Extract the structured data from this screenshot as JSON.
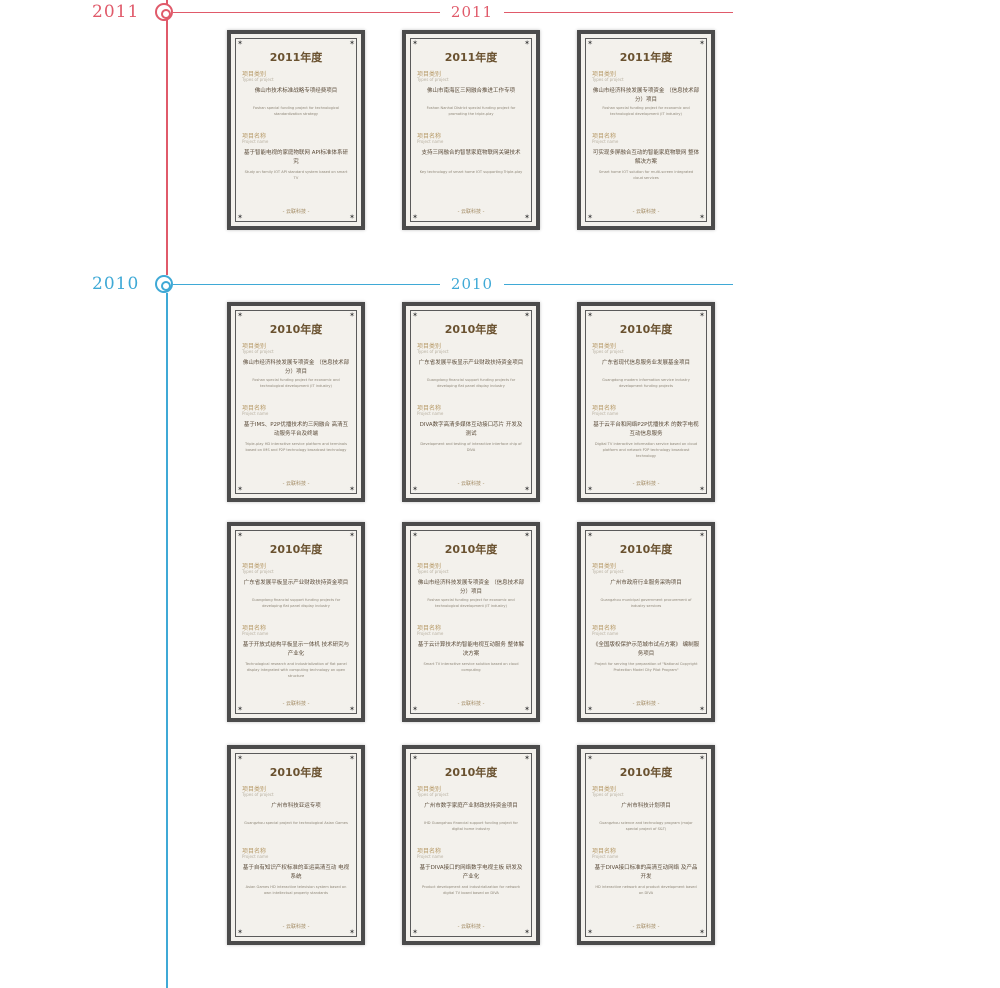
{
  "colors": {
    "year2011": "#e05a6a",
    "year2010": "#3fa9d6"
  },
  "years": [
    {
      "id": "2011",
      "label_left": "2011",
      "label_center": "2011"
    },
    {
      "id": "2010",
      "label_left": "2010",
      "label_center": "2010"
    }
  ],
  "certificates": [
    {
      "title": "2011年度",
      "type_label": "项目类别",
      "type_sub": "Types of project",
      "type_cn": "佛山市技术标准战略专项经费项目",
      "type_en": "Foshan special funding project for technological standardization strategy",
      "name_label": "项目名称",
      "name_sub": "Project name",
      "name_cn": "基于智能电视的家庭物联网 API标准体系研究",
      "name_en": "Study on family IOT API standard system based on smart TV",
      "footer": "- 云联科技 -"
    },
    {
      "title": "2011年度",
      "type_label": "项目类别",
      "type_sub": "Types of project",
      "type_cn": "佛山市南海区三网融合推进工作专项",
      "type_en": "Foshan Nanhai District special funding project for promoting the triple-play",
      "name_label": "项目名称",
      "name_sub": "Project name",
      "name_cn": "支持三网融合的智慧家庭物联网关键技术",
      "name_en": "Key technology of smart home IOT supporting Triple-play",
      "footer": "- 云联科技 -"
    },
    {
      "title": "2011年度",
      "type_label": "项目类别",
      "type_sub": "Types of project",
      "type_cn": "佛山市经济科技发展专项资金 （信息技术部分）项目",
      "type_en": "Foshan special funding project for economic and technological development (IT industry)",
      "name_label": "项目名称",
      "name_sub": "Project name",
      "name_cn": "可实现多屏融合互动的智能家庭物联网 整体解决方案",
      "name_en": "Smart home IOT solution for multi-screen integrated cloud services",
      "footer": "- 云联科技 -"
    },
    {
      "title": "2010年度",
      "type_label": "项目类别",
      "type_sub": "Types of project",
      "type_cn": "佛山市经济科技发展专项资金 （信息技术部分）项目",
      "type_en": "Foshan special funding project for economic and technological development (IT industry)",
      "name_label": "项目名称",
      "name_sub": "Project name",
      "name_cn": "基于IMS、P2P优播技术的三网融合 高清互动服务平台及终端",
      "name_en": "Triple-play HD interactive service platform and terminals based on IMS and P2P technology broadcast technology",
      "footer": "- 云联科技 -"
    },
    {
      "title": "2010年度",
      "type_label": "项目类别",
      "type_sub": "Types of project",
      "type_cn": "广东省发展平板显示产业财政扶持资金项目",
      "type_en": "Guangdong financial support funding projects for developing flat panel display industry",
      "name_label": "项目名称",
      "name_sub": "Project name",
      "name_cn": "DIVA数字高清多媒体互动接口芯片 开发及测试",
      "name_en": "Development and testing of interactive interface chip of DIVA",
      "footer": "- 云联科技 -"
    },
    {
      "title": "2010年度",
      "type_label": "项目类别",
      "type_sub": "Types of project",
      "type_cn": "广东省现代信息服务业发展基金项目",
      "type_en": "Guangdong modern information service industry development funding projects",
      "name_label": "项目名称",
      "name_sub": "Project name",
      "name_cn": "基于云平台和网络P2P优播技术 的数字电视互动信息服务",
      "name_en": "Digital TV interactive information service based on cloud platform and network P2P technology broadcast technology",
      "footer": "- 云联科技 -"
    },
    {
      "title": "2010年度",
      "type_label": "项目类别",
      "type_sub": "Types of project",
      "type_cn": "广东省发展平板显示产业财政扶持资金项目",
      "type_en": "Guangdong financial support funding projects for developing flat panel display industry",
      "name_label": "项目名称",
      "name_sub": "Project name",
      "name_cn": "基于开放式结构平板显示一体机 技术研究与产业化",
      "name_en": "Technological research and industrialization of flat panel display integrated with computing technology on open structure",
      "footer": "- 云联科技 -"
    },
    {
      "title": "2010年度",
      "type_label": "项目类别",
      "type_sub": "Types of project",
      "type_cn": "佛山市经济科技发展专项资金 （信息技术部分）项目",
      "type_en": "Foshan special funding project for economic and technological development (IT industry)",
      "name_label": "项目名称",
      "name_sub": "Project name",
      "name_cn": "基于云计算技术的智能电视互动服务 整体解决方案",
      "name_en": "Smart TV interactive service solution based on cloud computing",
      "footer": "- 云联科技 -"
    },
    {
      "title": "2010年度",
      "type_label": "项目类别",
      "type_sub": "Types of project",
      "type_cn": "广州市政府行业服务采购项目",
      "type_en": "Guangzhou municipal government procurement of industry services",
      "name_label": "项目名称",
      "name_sub": "Project name",
      "name_cn": "《全国版权保护示范城市试点方案》 编制服务项目",
      "name_en": "Project for serving the preparation of \"National Copyright Protection Model City Pilot Program\"",
      "footer": "- 云联科技 -"
    },
    {
      "title": "2010年度",
      "type_label": "项目类别",
      "type_sub": "Types of project",
      "type_cn": "广州市科技亚运专项",
      "type_en": "Guangzhou special project for technological Asian Games",
      "name_label": "项目名称",
      "name_sub": "Project name",
      "name_cn": "基于自有知识产权标准的亚运高清互动 电视系统",
      "name_en": "Asian Games HD interactive television system based on own intellectual property standards",
      "footer": "- 云联科技 -"
    },
    {
      "title": "2010年度",
      "type_label": "项目类别",
      "type_sub": "Types of project",
      "type_cn": "广州市数字家庭产业财政扶持资金项目",
      "type_en": "IHD Guangzhou financial support funding project for digital home industry",
      "name_label": "项目名称",
      "name_sub": "Project name",
      "name_cn": "基于DIVA接口的网络数字电视主板 研发及产业化",
      "name_en": "Product development and industrialization for network digital TV board based on DIVA",
      "footer": "- 云联科技 -"
    },
    {
      "title": "2010年度",
      "type_label": "项目类别",
      "type_sub": "Types of project",
      "type_cn": "广州市科技计划项目",
      "type_en": "Guangzhou science and technology program (major special project of S&T)",
      "name_label": "项目名称",
      "name_sub": "Project name",
      "name_cn": "基于DIVA接口标准的高清互动网络 及产品开发",
      "name_en": "HD interactive network and product development based on DIVA",
      "footer": "- 云联科技 -"
    }
  ]
}
